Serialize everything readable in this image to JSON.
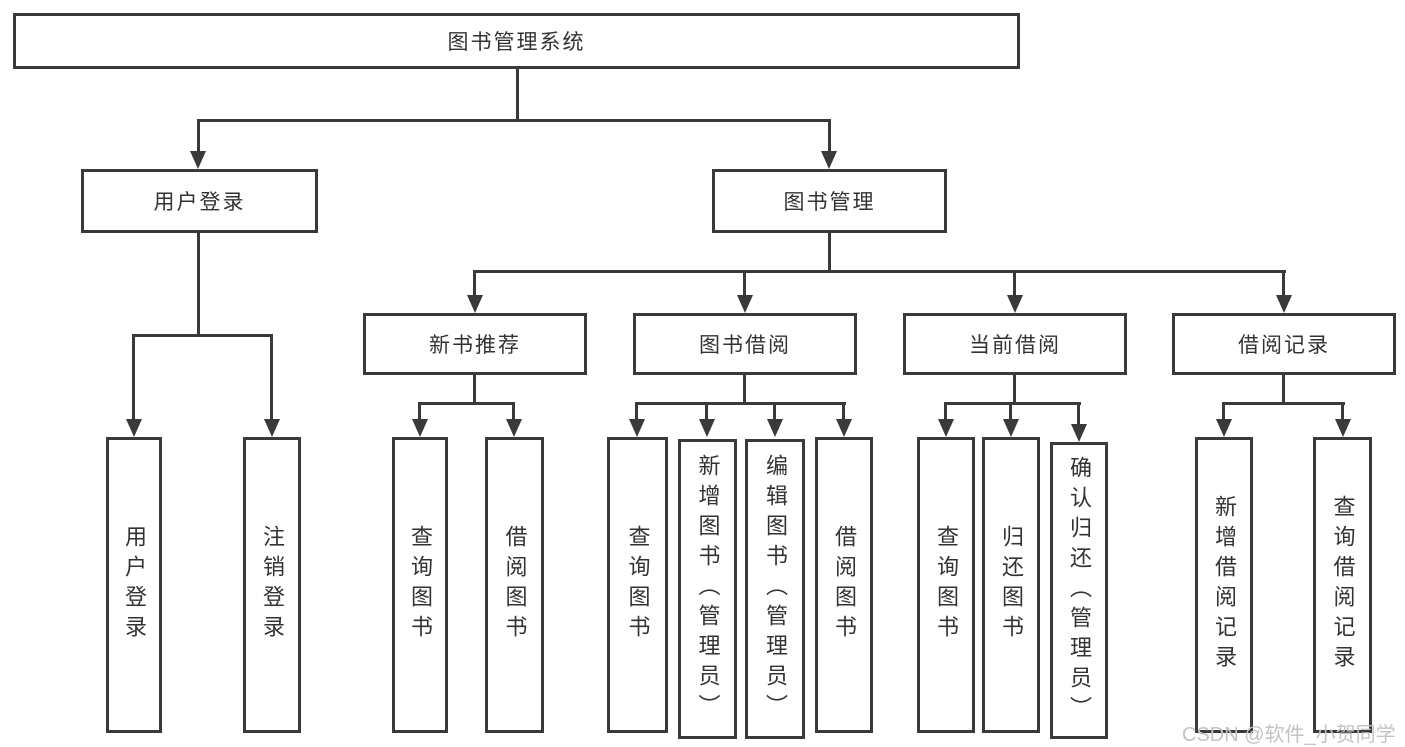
{
  "tree": {
    "label": "图书管理系统",
    "children": [
      {
        "label": "用户登录",
        "children": [
          {
            "label": "用户登录"
          },
          {
            "label": "注销登录"
          }
        ]
      },
      {
        "label": "图书管理",
        "children": [
          {
            "label": "新书推荐",
            "children": [
              {
                "label": "查询图书"
              },
              {
                "label": "借阅图书"
              }
            ]
          },
          {
            "label": "图书借阅",
            "children": [
              {
                "label": "查询图书"
              },
              {
                "label": "新增图书（管理员）"
              },
              {
                "label": "编辑图书（管理员）"
              },
              {
                "label": "借阅图书"
              }
            ]
          },
          {
            "label": "当前借阅",
            "children": [
              {
                "label": "查询图书"
              },
              {
                "label": "归还图书"
              },
              {
                "label": "确认归还（管理员）"
              }
            ]
          },
          {
            "label": "借阅记录",
            "children": [
              {
                "label": "新增借阅记录"
              },
              {
                "label": "查询借阅记录"
              }
            ]
          }
        ]
      }
    ]
  },
  "watermark": {
    "text": "CSDN @软件_小贺同学"
  },
  "colors": {
    "line": "#3a3a3a",
    "text": "#333333",
    "watermark": "#c3c3c3",
    "background": "#ffffff"
  }
}
